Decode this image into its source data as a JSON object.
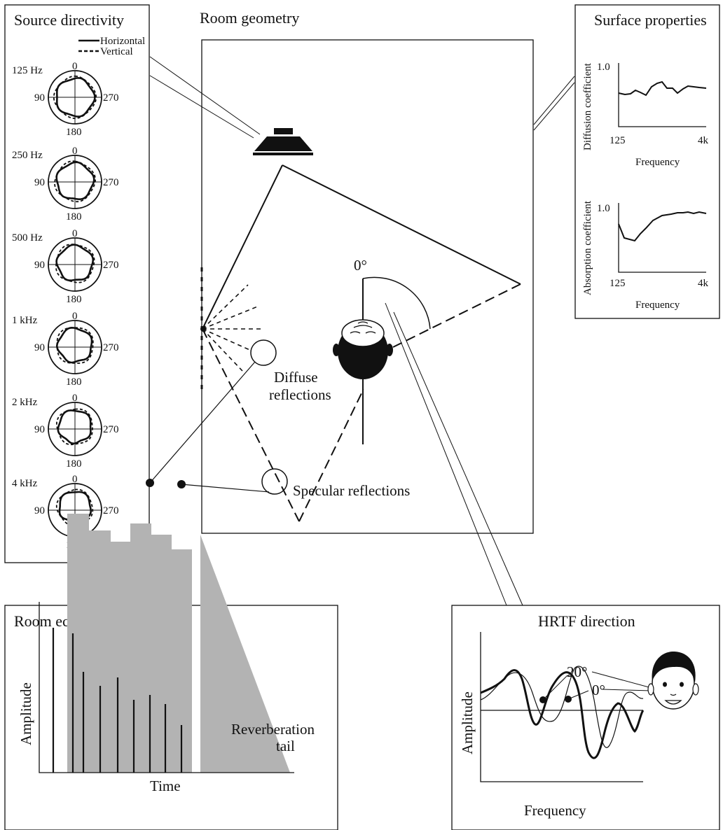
{
  "source_directivity": {
    "title": "Source directivity",
    "legend": {
      "solid": "Horizontal",
      "dashed": "Vertical"
    },
    "angle_labels": {
      "top": "0",
      "left": "90",
      "right": "270",
      "bottom": "180"
    },
    "bands": [
      "125 Hz",
      "250 Hz",
      "500 Hz",
      "1 kHz",
      "2 kHz",
      "4 kHz"
    ]
  },
  "room": {
    "title": "Room geometry",
    "listener_angle": "0°",
    "diffuse_label_1": "Diffuse",
    "diffuse_label_2": "reflections",
    "specular_label": "Specular reflections"
  },
  "surface": {
    "title": "Surface properties",
    "diffusion": {
      "ylabel": "Diffusion coefficient",
      "ytick": "1.0",
      "xmin": "125",
      "xmax": "4k",
      "xlabel": "Frequency"
    },
    "absorption": {
      "ylabel": "Absorption coefficient",
      "ytick": "1.0",
      "xmin": "125",
      "xmax": "4k",
      "xlabel": "Frequency"
    }
  },
  "echogram": {
    "title": "Room echogram",
    "ylabel": "Amplitude",
    "xlabel": "Time",
    "tail_label_1": "Reverberation",
    "tail_label_2": "tail"
  },
  "hrtf": {
    "title": "HRTF direction",
    "ylabel": "Amplitude",
    "xlabel": "Frequency",
    "angle_20": "20°",
    "angle_0": "0°"
  },
  "colors": {
    "ink": "#111111",
    "fill_gray": "#b3b3b3",
    "head_dark": "#111111"
  }
}
